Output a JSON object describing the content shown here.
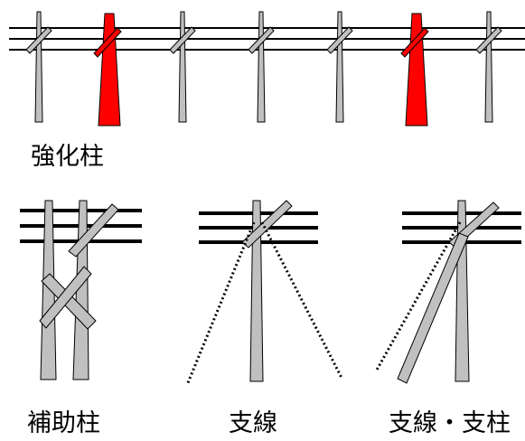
{
  "labels": {
    "reinforced_pole": "強化柱",
    "auxiliary_pole": "補助柱",
    "guy_wire": "支線",
    "guy_wire_and_strut": "支線・支柱"
  },
  "colors": {
    "pole_fill": "#c0c0c0",
    "reinforced_fill": "#ff0000",
    "line": "#000000",
    "background": "#ffffff"
  }
}
